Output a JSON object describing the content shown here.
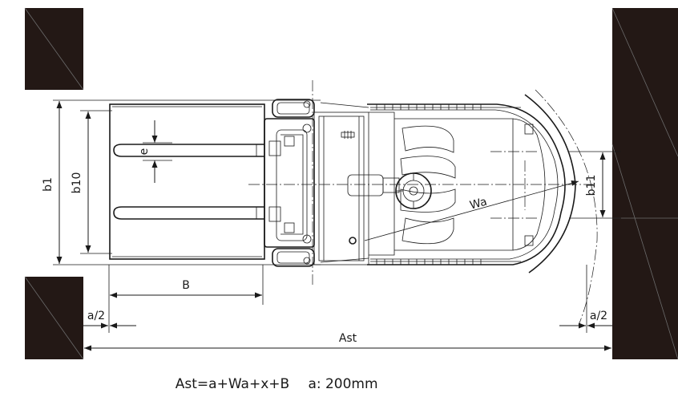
{
  "labels": {
    "b1": "b1",
    "b10": "b10",
    "b11": "b11",
    "e": "e",
    "B": "B",
    "wa": "Wa",
    "a_half_left": "a/2",
    "a_half_right": "a/2",
    "ast": "Ast"
  },
  "formula": {
    "equation": "Ast=a+Wa+x+B",
    "a_value": "a: 200mm"
  }
}
